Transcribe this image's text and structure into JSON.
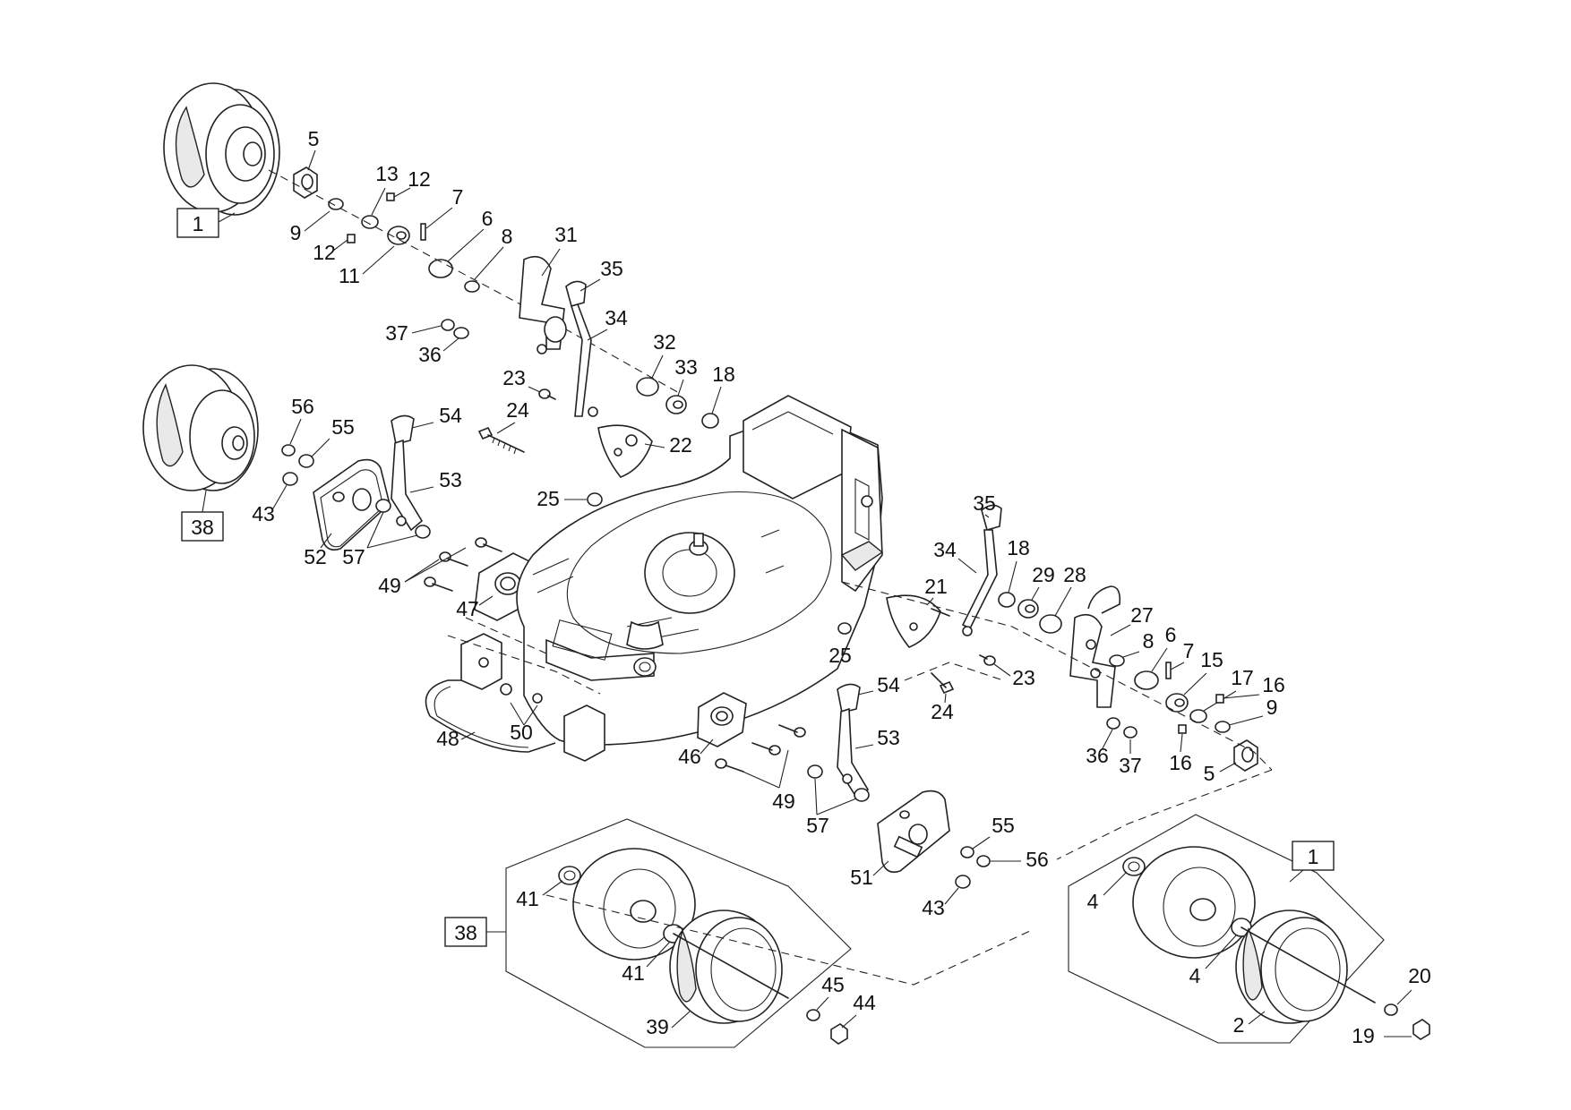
{
  "labels": {
    "boxed_1": "1",
    "boxed_38": "38",
    "n2": "2",
    "n4": "4",
    "n5": "5",
    "n6": "6",
    "n7": "7",
    "n8": "8",
    "n9": "9",
    "n11": "11",
    "n12": "12",
    "n13": "13",
    "n15": "15",
    "n16": "16",
    "n17": "17",
    "n18": "18",
    "n19": "19",
    "n20": "20",
    "n21": "21",
    "n22": "22",
    "n23": "23",
    "n24": "24",
    "n25": "25",
    "n27": "27",
    "n28": "28",
    "n29": "29",
    "n31": "31",
    "n32": "32",
    "n33": "33",
    "n34": "34",
    "n35": "35",
    "n36": "36",
    "n37": "37",
    "n39": "39",
    "n41": "41",
    "n43": "43",
    "n44": "44",
    "n45": "45",
    "n46": "46",
    "n47": "47",
    "n48": "48",
    "n49": "49",
    "n50": "50",
    "n51": "51",
    "n52": "52",
    "n53": "53",
    "n54": "54",
    "n55": "55",
    "n56": "56",
    "n57": "57"
  },
  "colors": {
    "line": "#222222",
    "background": "#ffffff"
  }
}
